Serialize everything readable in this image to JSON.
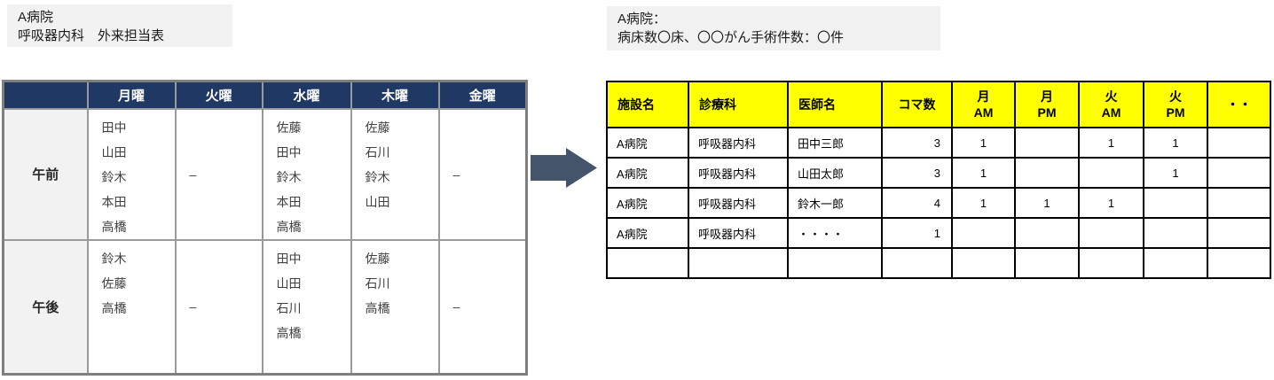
{
  "colors": {
    "schedule_header_navy": "#1F3864",
    "output_header_yellow": "#FFFF00",
    "arrow_blue_gray": "#44546A",
    "panel_gray": "#F2F2F2"
  },
  "left_panel": {
    "title_line1": "A病院",
    "title_line2": "呼吸器内科　外来担当表",
    "table": {
      "corner": "",
      "day_headers": [
        "月曜",
        "火曜",
        "水曜",
        "木曜",
        "金曜"
      ],
      "rows": [
        {
          "period": "午前",
          "cells": [
            [
              "田中",
              "山田",
              "鈴木",
              "本田",
              "高橋"
            ],
            "–",
            [
              "佐藤",
              "田中",
              "鈴木",
              "本田",
              "高橋"
            ],
            [
              "佐藤",
              "石川",
              "鈴木",
              "山田"
            ],
            "–"
          ]
        },
        {
          "period": "午後",
          "cells": [
            [
              "鈴木",
              "佐藤",
              "高橋"
            ],
            "–",
            [
              "田中",
              "山田",
              "石川",
              "高橋"
            ],
            [
              "佐藤",
              "石川",
              "高橋"
            ],
            "–"
          ]
        }
      ]
    }
  },
  "arrow": {
    "color": "#44546A"
  },
  "right_panel": {
    "title_line1": "A病院：",
    "title_line2": "病床数〇床、〇〇がん手術件数：〇件",
    "table": {
      "headers": [
        "施設名",
        "診療科",
        "医師名",
        "コマ数",
        "月\nAM",
        "月\nPM",
        "火\nAM",
        "火\nPM",
        "・・"
      ],
      "rows": [
        [
          "A病院",
          "呼吸器内科",
          "田中三郎",
          "3",
          "1",
          "",
          "1",
          "1",
          ""
        ],
        [
          "A病院",
          "呼吸器内科",
          "山田太郎",
          "3",
          "1",
          "",
          "",
          "1",
          ""
        ],
        [
          "A病院",
          "呼吸器内科",
          "鈴木一郎",
          "4",
          "1",
          "1",
          "1",
          "",
          ""
        ],
        [
          "A病院",
          "呼吸器内科",
          "・・・・",
          "1",
          "",
          "",
          "",
          "",
          ""
        ],
        [
          "",
          "",
          "",
          "",
          "",
          "",
          "",
          "",
          ""
        ]
      ]
    }
  }
}
